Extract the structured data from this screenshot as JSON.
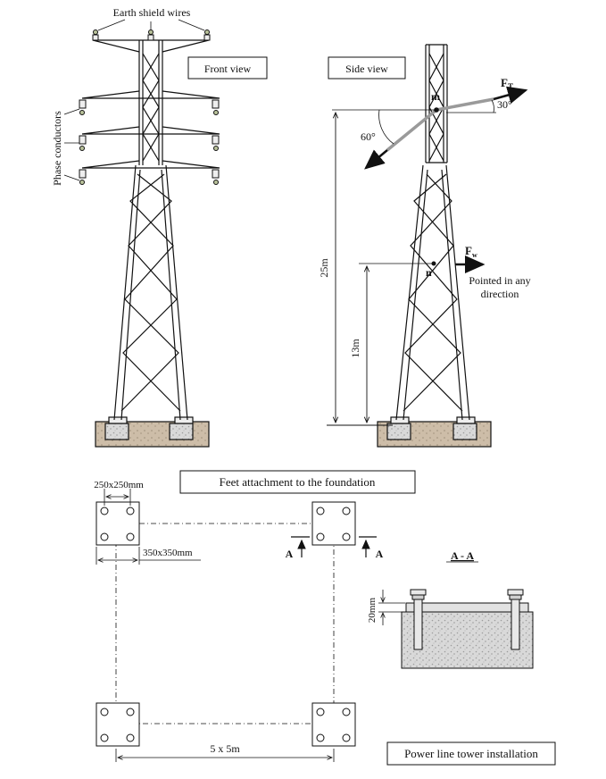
{
  "labels": {
    "earth_shield_wires": "Earth shield wires",
    "phase_conductors": "Phase conductors",
    "front_view": "Front view",
    "side_view": "Side view",
    "point_m": "m",
    "force_t_main": "F",
    "force_t_sub": "T",
    "angle_30": "30°",
    "angle_60": "60°",
    "force_w_main": "F",
    "force_w_sub": "w",
    "point_n": "n",
    "pointed_line1": "Pointed in any",
    "pointed_line2": "direction",
    "height_25": "25m",
    "height_13": "13m",
    "feet_attachment": "Feet attachment to the foundation",
    "plate_250": "250x250mm",
    "plate_350": "350x350mm",
    "section_a_left": "A",
    "section_a_right": "A",
    "section_title": "A - A",
    "thickness_20": "20mm",
    "grid_5x5": "5 x 5m",
    "installation_title": "Power line tower installation"
  },
  "colors": {
    "line": "#111111",
    "rope": "#9a9a9a",
    "foundation": "#c8b9a6",
    "concrete": "#d6d6d6",
    "plate": "#e2e2e2",
    "insulator_tip": "#b9c29a"
  }
}
